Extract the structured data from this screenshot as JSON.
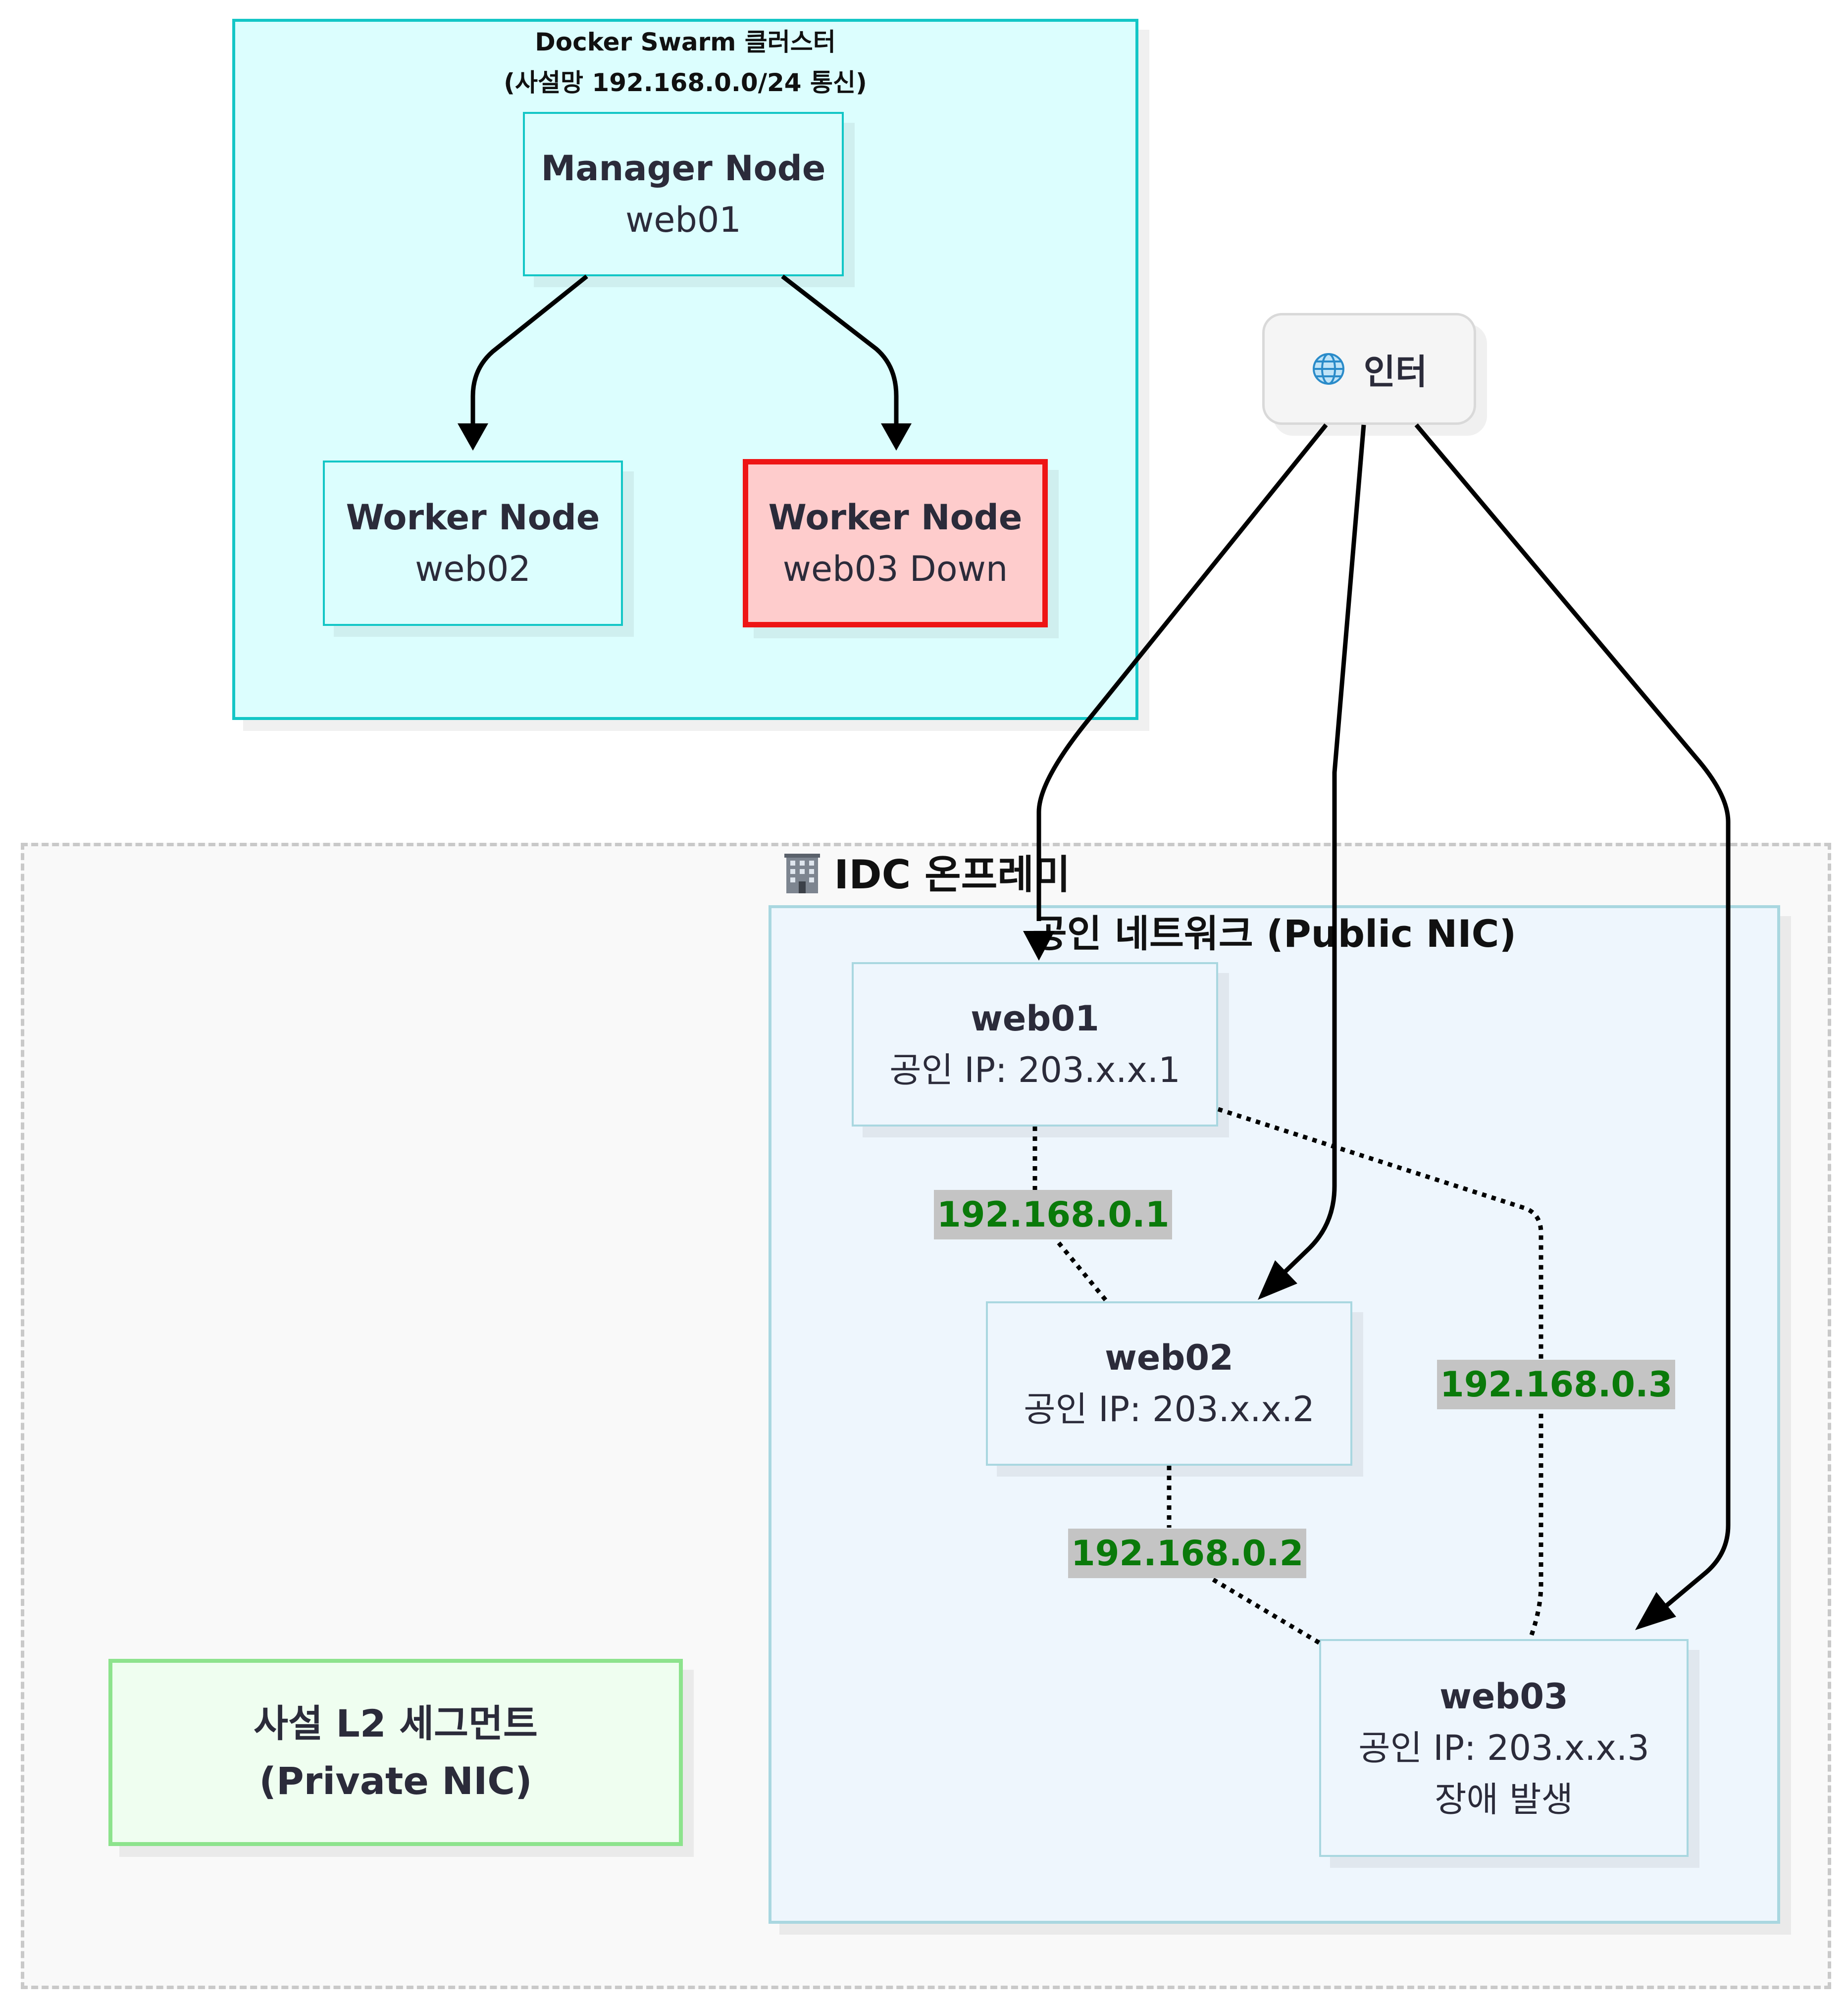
{
  "cluster": {
    "title_line1": "Docker Swarm 클러스터",
    "title_line2": "(사설망 192.168.0.0/24 통신)",
    "manager": {
      "title": "Manager Node",
      "sub": "web01"
    },
    "worker1": {
      "title": "Worker Node",
      "sub": "web02"
    },
    "worker2": {
      "title": "Worker Node",
      "sub": "web03 Down"
    }
  },
  "internet": {
    "icon": "globe-icon",
    "label": "인터"
  },
  "idc": {
    "title": "IDC 온프레미",
    "icon": "building-icon",
    "public_net": {
      "title": "공인 네트워크 (Public NIC)",
      "web01": {
        "name": "web01",
        "ip": "공인 IP: 203.x.x.1"
      },
      "web02": {
        "name": "web02",
        "ip": "공인 IP: 203.x.x.2"
      },
      "web03": {
        "name": "web03",
        "ip": "공인 IP: 203.x.x.3",
        "status": "장애 발생"
      }
    },
    "private_net": {
      "title": "사설 L2 세그먼트 (Private NIC)"
    }
  },
  "edge_labels": {
    "ip1": "192.168.0.1",
    "ip2": "192.168.0.2",
    "ip3": "192.168.0.3"
  },
  "colors": {
    "cluster_fill": "#dcfefe",
    "cluster_border": "#13c6c6",
    "down_fill": "#fecccc",
    "down_border": "#ee1515",
    "public_fill": "#eef6fd",
    "public_border": "#a9d7e0",
    "private_fill": "#effef0",
    "private_border": "#8de38d",
    "edge_label_text": "#0a7a0a",
    "edge_label_bg": "#c4c4c4"
  }
}
